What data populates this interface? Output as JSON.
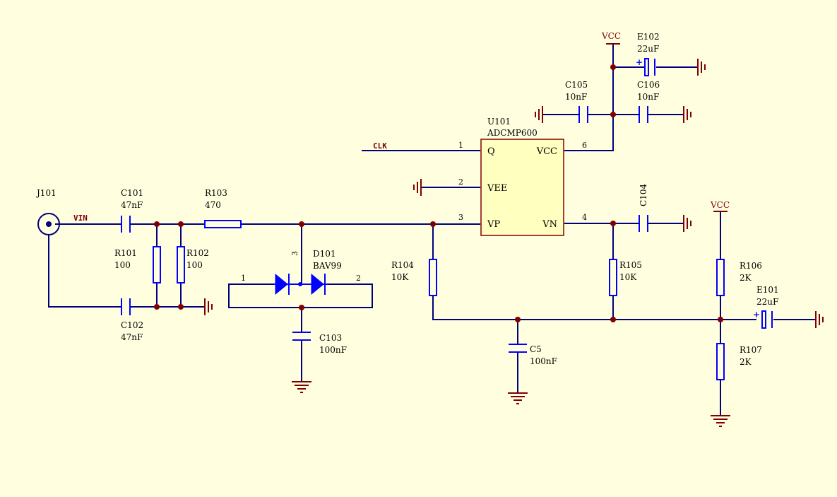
{
  "colors": {
    "background": "#ffffe0",
    "wire": "#00007f",
    "component": "#0000ff",
    "junction": "#800000",
    "power": "#800000",
    "ic_fill": "#ffffc0",
    "ic_border": "#800000"
  },
  "nets": {
    "vin": "VIN",
    "clk": "CLK"
  },
  "power": {
    "vcc_top": "VCC",
    "vcc_right": "VCC"
  },
  "components": {
    "j101": {
      "ref": "J101"
    },
    "c101": {
      "ref": "C101",
      "value": "47nF"
    },
    "c102": {
      "ref": "C102",
      "value": "47nF"
    },
    "r101": {
      "ref": "R101",
      "value": "100"
    },
    "r102": {
      "ref": "R102",
      "value": "100"
    },
    "r103": {
      "ref": "R103",
      "value": "470"
    },
    "d101": {
      "ref": "D101",
      "value": "BAV99",
      "pins": [
        "1",
        "2",
        "3"
      ]
    },
    "c103": {
      "ref": "C103",
      "value": "100nF"
    },
    "r104": {
      "ref": "R104",
      "value": "10K"
    },
    "c5": {
      "ref": "C5",
      "value": "100nF"
    },
    "r105": {
      "ref": "R105",
      "value": "10K"
    },
    "c104": {
      "ref": "C104"
    },
    "r106": {
      "ref": "R106",
      "value": "2K"
    },
    "r107": {
      "ref": "R107",
      "value": "2K"
    },
    "e101": {
      "ref": "E101",
      "value": "22uF"
    },
    "e102": {
      "ref": "E102",
      "value": "22uF"
    },
    "c105": {
      "ref": "C105",
      "value": "10nF"
    },
    "c106": {
      "ref": "C106",
      "value": "10nF"
    },
    "u101": {
      "ref": "U101",
      "value": "ADCMP600",
      "pins": [
        {
          "num": "1",
          "name": "Q"
        },
        {
          "num": "2",
          "name": "VEE"
        },
        {
          "num": "3",
          "name": "VP"
        },
        {
          "num": "4",
          "name": "VN"
        },
        {
          "num": "6",
          "name": "VCC"
        }
      ]
    }
  },
  "polarity_mark": "+"
}
